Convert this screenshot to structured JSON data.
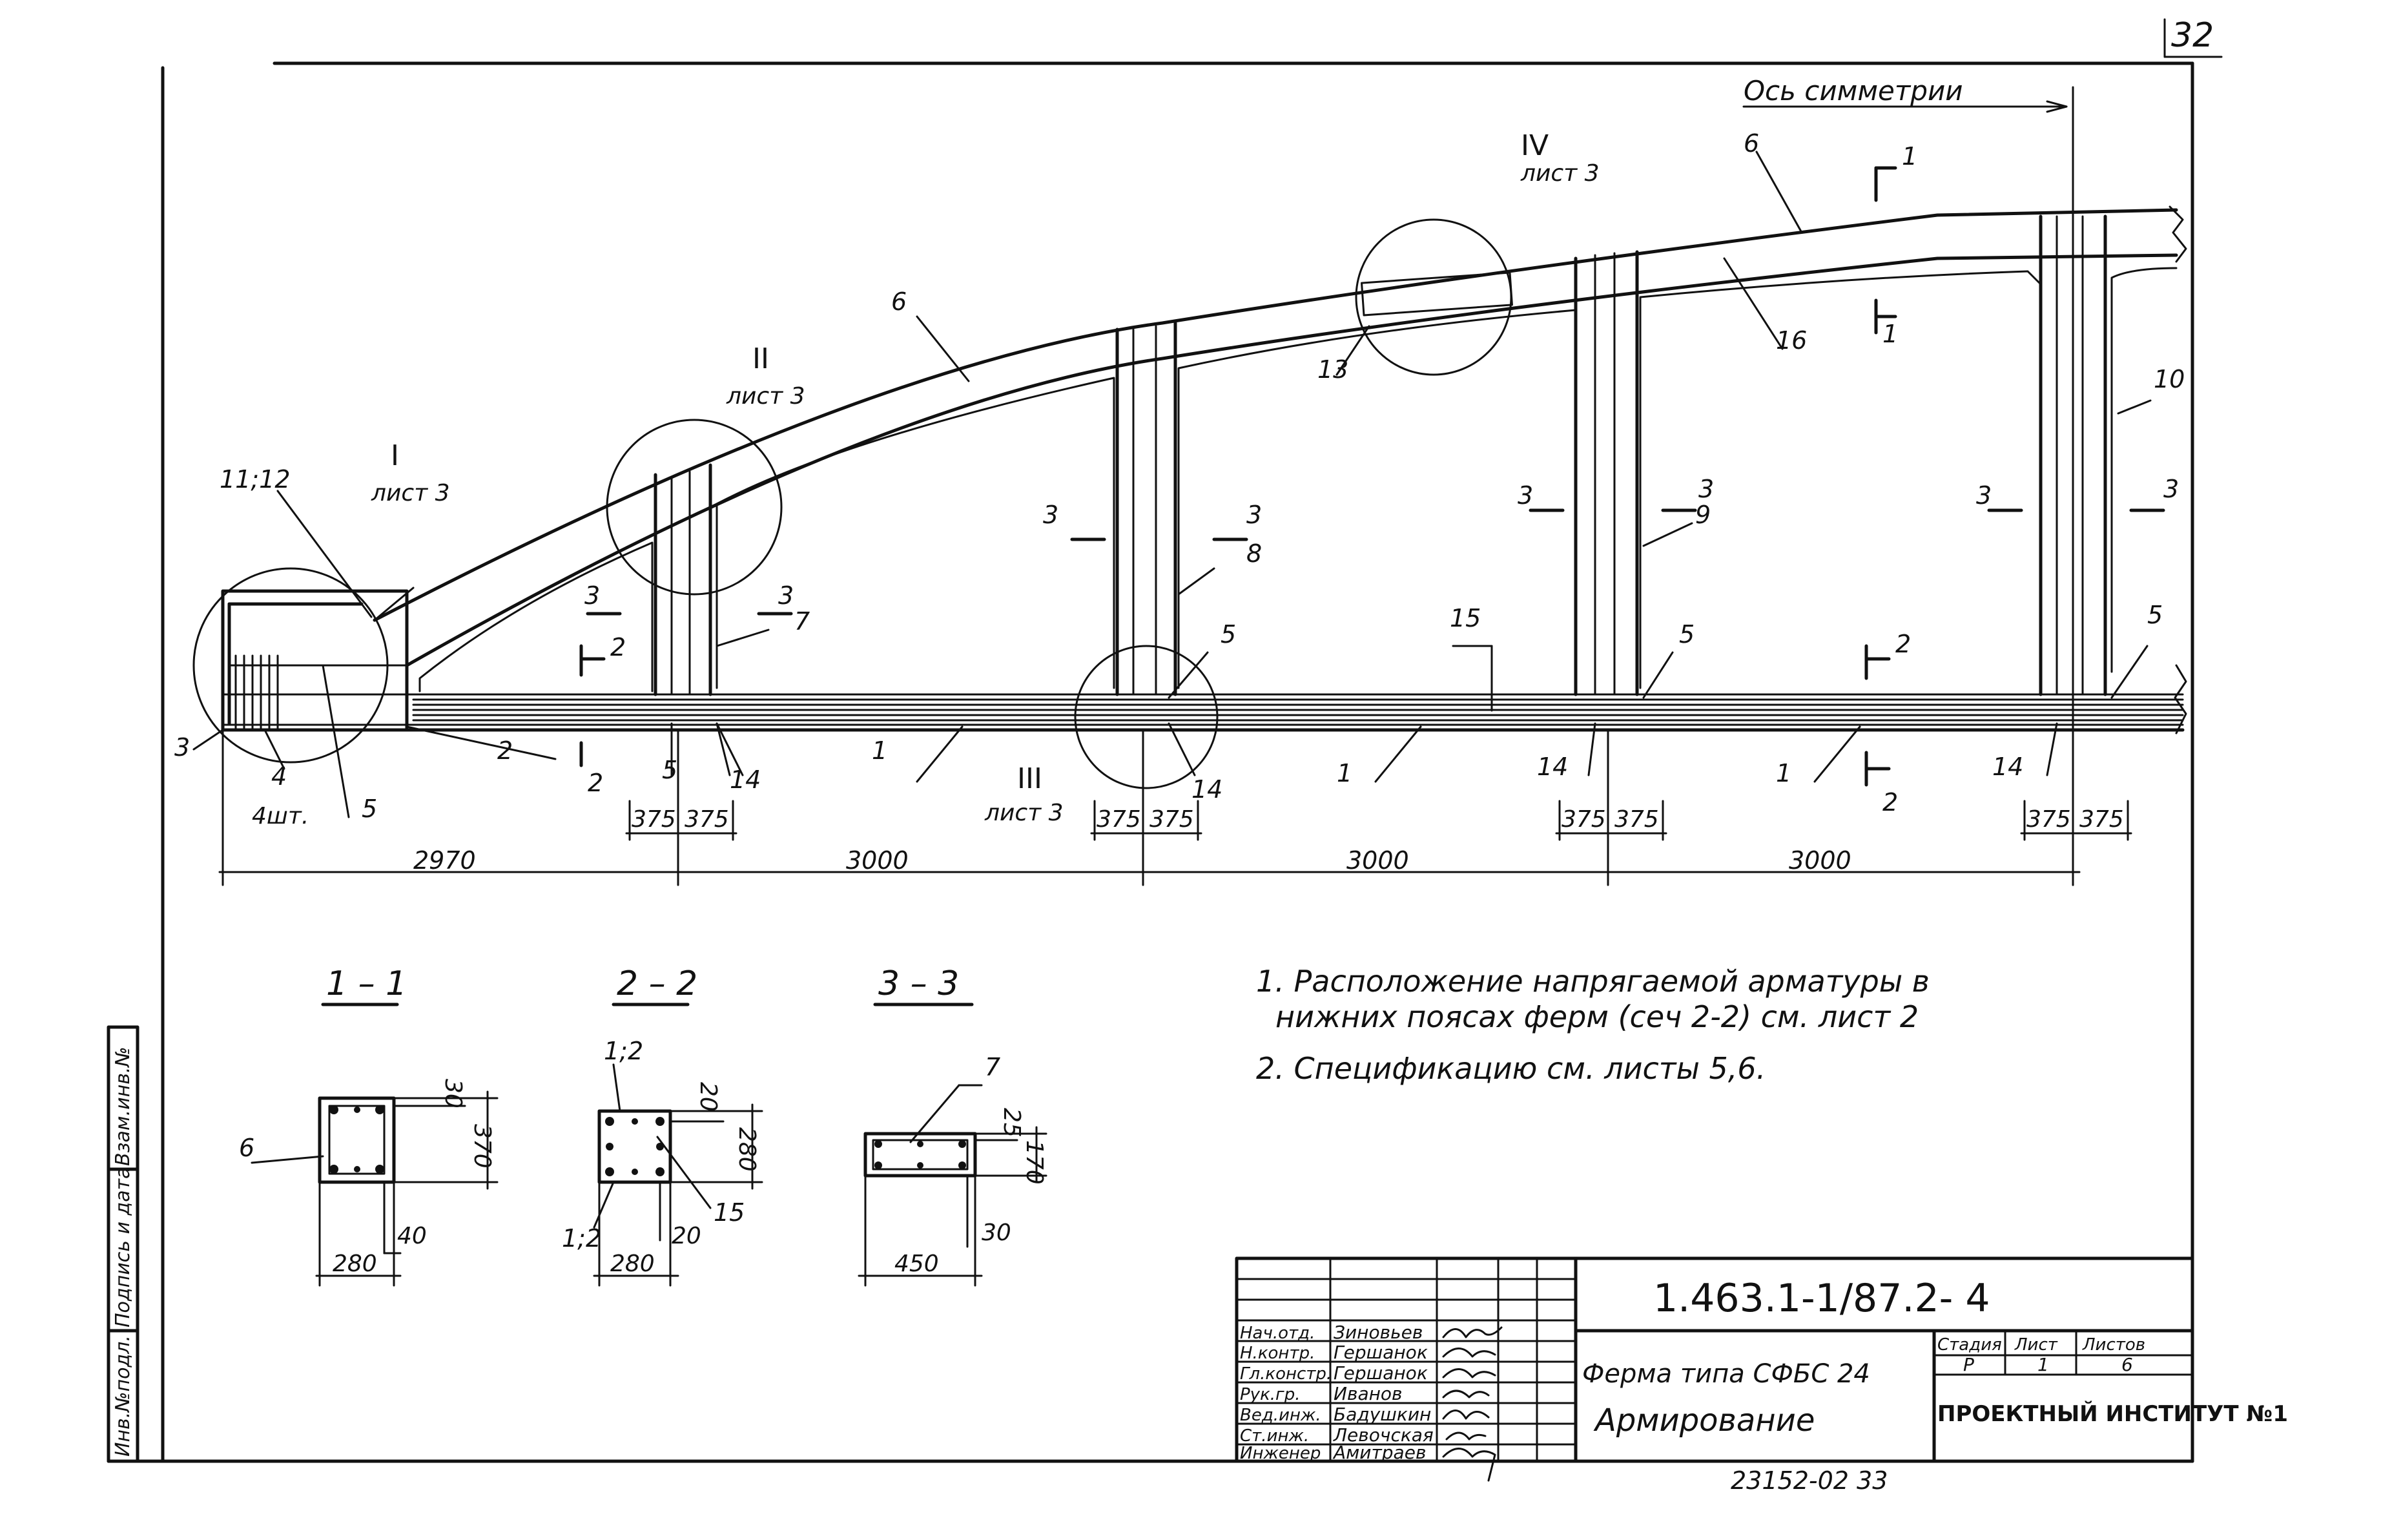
{
  "sheet_number": "32",
  "axis_of_symmetry": "Ось симметрии",
  "elevation": {
    "detail_refs": [
      {
        "id": "I",
        "ref": "лист 3",
        "label": "11;12"
      },
      {
        "id": "II",
        "ref": "лист 3"
      },
      {
        "id": "III",
        "ref": "лист 3"
      },
      {
        "id": "IV",
        "ref": "лист 3"
      }
    ],
    "position_marks": [
      "6",
      "6",
      "16",
      "10",
      "9",
      "8",
      "7",
      "5",
      "5",
      "5",
      "5",
      "5",
      "15",
      "13",
      "14",
      "14",
      "14",
      "14",
      "1",
      "1",
      "1",
      "2",
      "3",
      "4"
    ],
    "qty_note": "4шт.",
    "section_marks": {
      "s1": "1",
      "s2": "2",
      "s3": "3"
    },
    "small_dims": [
      "375",
      "375"
    ],
    "span_dims": [
      "2970",
      "3000",
      "3000",
      "3000"
    ]
  },
  "sections": [
    {
      "title": "1 – 1",
      "pos": "6",
      "dims": [
        "30",
        "370",
        "40",
        "280"
      ]
    },
    {
      "title": "2 – 2",
      "pos_top": "1;2",
      "pos_bottom": "1;2",
      "pos_side": "15",
      "dims": [
        "20",
        "280",
        "20",
        "280"
      ]
    },
    {
      "title": "3 – 3",
      "pos": "7",
      "dims": [
        "25",
        "170",
        "30",
        "450"
      ]
    }
  ],
  "notes": [
    "1. Расположение напрягаемой арматуры в",
    "нижних поясах ферм (сеч 2-2) см. лист 2",
    "2. Спецификацию см. листы 5,6."
  ],
  "side_stamp": [
    "Инв.№подл.",
    "Подпись и дата",
    "Взам.инв.№"
  ],
  "title_block": {
    "code": "1.463.1-1/87.2- 4",
    "title_line1": "Ферма типа СФБС 24",
    "title_line2": "Армирование",
    "staff": [
      {
        "role": "Нач.отд.",
        "name": "Зиновьев"
      },
      {
        "role": "Н.контр.",
        "name": "Гершанок"
      },
      {
        "role": "Гл.констр.",
        "name": "Гершанок"
      },
      {
        "role": "Рук.гр.",
        "name": "Иванов"
      },
      {
        "role": "Вед.инж.",
        "name": "Бадушкин"
      },
      {
        "role": "Ст.инж.",
        "name": "Левочская"
      },
      {
        "role": "Инженер",
        "name": "Амитраев"
      }
    ],
    "stage_header": "Стадия",
    "sheet_header": "Лист",
    "sheets_header": "Листов",
    "stage": "Р",
    "sheet": "1",
    "sheets": "6",
    "institute": "ПРОЕКТНЫЙ ИНСТИТУТ №1"
  },
  "archive_number": "23152-02    33"
}
